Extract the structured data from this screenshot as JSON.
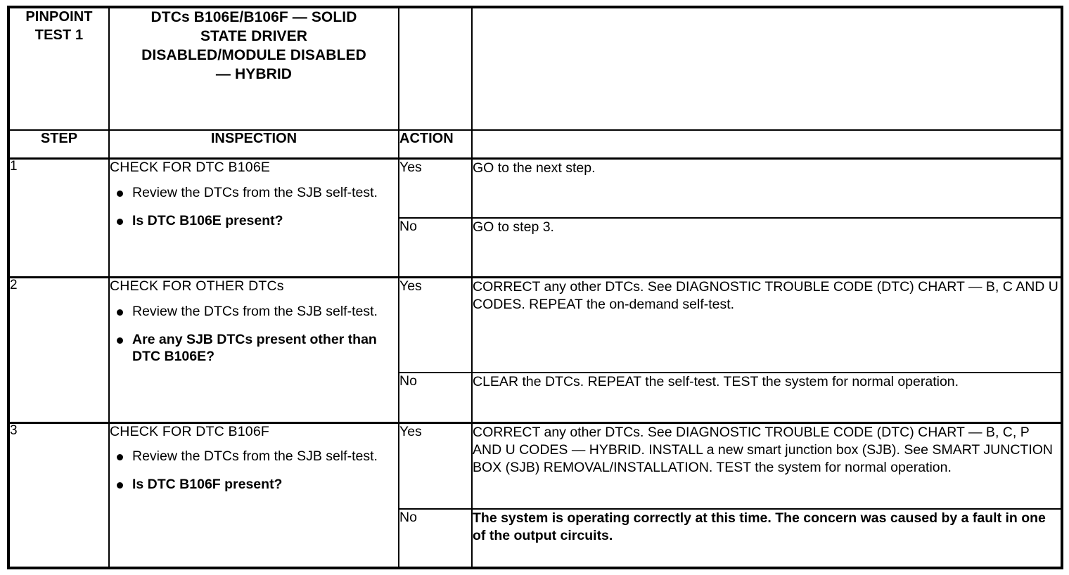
{
  "document": {
    "type": "pinpoint-test-table",
    "pinpoint_label": "PINPOINT\nTEST 1",
    "pinpoint_label_line1": "PINPOINT",
    "pinpoint_label_line2": "TEST 1",
    "title_line1": "DTCs B106E/B106F — SOLID",
    "title_line2": "STATE DRIVER",
    "title_line3": "DISABLED/MODULE DISABLED",
    "title_line4": "— HYBRID",
    "colors": {
      "ink": "#000000",
      "paper": "#ffffff"
    }
  },
  "columns": {
    "step": "STEP",
    "inspection": "INSPECTION",
    "action": "ACTION",
    "detail": ""
  },
  "steps": [
    {
      "number": "1",
      "heading": "CHECK FOR DTC B106E",
      "bullets": [
        {
          "text": "Review the DTCs from the SJB self-test.",
          "bold": false
        },
        {
          "text": "Is DTC B106E present?",
          "bold": true
        }
      ],
      "outcomes": [
        {
          "action": "Yes",
          "detail": "GO to the next step.",
          "bold": false
        },
        {
          "action": "No",
          "detail": "GO to step 3.",
          "bold": false
        }
      ]
    },
    {
      "number": "2",
      "heading": "CHECK FOR OTHER DTCs",
      "bullets": [
        {
          "text": "Review the DTCs from the SJB self-test.",
          "bold": false
        },
        {
          "text": "Are any SJB DTCs present other than DTC B106E?",
          "bold": true
        }
      ],
      "outcomes": [
        {
          "action": "Yes",
          "detail": "CORRECT any other DTCs. See DIAGNOSTIC TROUBLE CODE (DTC) CHART — B, C AND U CODES. REPEAT the on-demand self-test.",
          "bold": false
        },
        {
          "action": "No",
          "detail": "CLEAR the DTCs. REPEAT the self-test. TEST the system for normal operation.",
          "bold": false
        }
      ]
    },
    {
      "number": "3",
      "heading": "CHECK FOR DTC B106F",
      "bullets": [
        {
          "text": "Review the DTCs from the SJB self-test.",
          "bold": false
        },
        {
          "text": "Is DTC B106F present?",
          "bold": true
        }
      ],
      "outcomes": [
        {
          "action": "Yes",
          "detail": "CORRECT any other DTCs. See DIAGNOSTIC TROUBLE CODE (DTC) CHART — B, C, P AND U CODES — HYBRID. INSTALL a new smart junction box (SJB). See SMART JUNCTION BOX (SJB) REMOVAL/INSTALLATION. TEST the system for normal operation.",
          "bold": false
        },
        {
          "action": "No",
          "detail": "The system is operating correctly at this time. The concern was caused by a fault in one of the output circuits.",
          "bold": true
        }
      ]
    }
  ]
}
